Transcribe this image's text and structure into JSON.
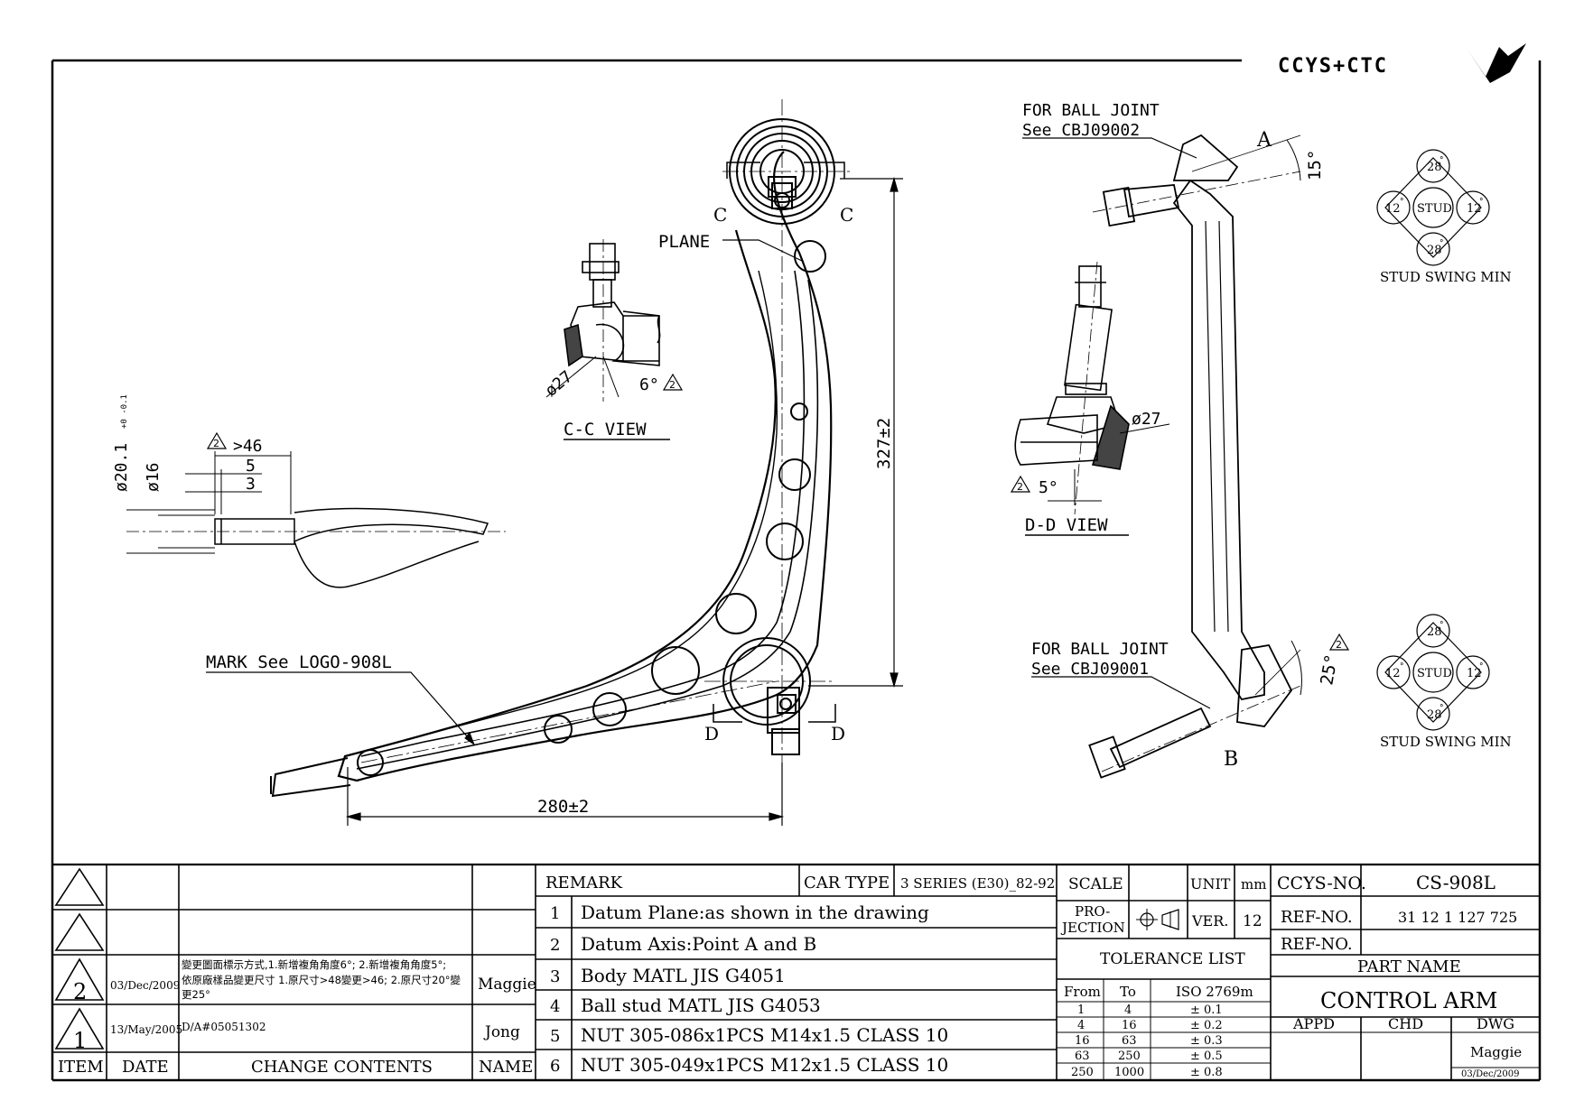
{
  "brand": {
    "text": "CCYS+CTC"
  },
  "views": {
    "cc_title": "C-C VIEW",
    "dd_title": "D-D VIEW",
    "section_c": "C",
    "section_d": "D",
    "plane_label": "PLANE",
    "point_a": "A",
    "point_b": "B",
    "mark_note": "MARK See LOGO-908L"
  },
  "dimensions": {
    "width": "280±2",
    "height": "327±2",
    "dia_27": "ø27",
    "angle_6": "6°",
    "angle_5": "5°",
    "angle_15": "15°",
    "angle_25": "25°",
    "dia_20": "ø20.1",
    "dia_20_tol": "+0 -0.1",
    "dia_16": "ø16",
    "len_46": ">46",
    "len_5": "5",
    "len_3": "3",
    "rev_2": "2"
  },
  "ball_joints": [
    {
      "line1": "FOR BALL JOINT",
      "line2": "See CBJ09002"
    },
    {
      "line1": "FOR BALL JOINT",
      "line2": "See CBJ09001"
    }
  ],
  "stud_swing": [
    {
      "top": "28",
      "left": "12",
      "center": "STUD",
      "right": "12",
      "bottom": "28",
      "unit": "°",
      "caption": "STUD SWING MIN"
    },
    {
      "top": "28",
      "left": "12",
      "center": "STUD",
      "right": "12",
      "bottom": "28",
      "unit": "°",
      "caption": "STUD SWING MIN"
    }
  ],
  "revisions": {
    "headers": {
      "item": "ITEM",
      "date": "DATE",
      "contents": "CHANGE CONTENTS",
      "name": "NAME"
    },
    "rows": [
      {
        "item": "",
        "date": "",
        "contents": "",
        "name": ""
      },
      {
        "item": "",
        "date": "",
        "contents": "",
        "name": ""
      },
      {
        "item": "2",
        "date": "03/Dec/2009",
        "contents_1": "變更圖面標示方式,1.新增複角角度6°; 2.新增複角角度5°;",
        "contents_2": "依原廠樣品變更尺寸 1.原尺寸>48變更>46; 2.原尺寸20°變",
        "contents_3": "更25°",
        "name": "Maggie"
      },
      {
        "item": "1",
        "date": "13/May/2005",
        "contents": "D/A#05051302",
        "name": "Jong"
      }
    ]
  },
  "remarks": {
    "title": "REMARK",
    "car_type_label": "CAR TYPE",
    "car_type": "3 SERIES (E30)_82-92",
    "items": [
      {
        "no": "1",
        "text": "Datum Plane:as shown in the drawing"
      },
      {
        "no": "2",
        "text": "Datum Axis:Point A and B"
      },
      {
        "no": "3",
        "text": "Body MATL JIS G4051"
      },
      {
        "no": "4",
        "text": "Ball stud MATL JIS G4053"
      },
      {
        "no": "5",
        "text": "NUT 305-086x1PCS M14x1.5 CLASS 10"
      },
      {
        "no": "6",
        "text": "NUT 305-049x1PCS M12x1.5 CLASS 10"
      }
    ]
  },
  "tolerance": {
    "scale_label": "SCALE",
    "unit_label": "UNIT",
    "unit": "mm",
    "projection_label_1": "PRO-",
    "projection_label_2": "JECTION",
    "ver_label": "VER.",
    "ver": "12",
    "title": "TOLERANCE LIST",
    "headers": {
      "from": "From",
      "to": "To",
      "iso": "ISO 2769m"
    },
    "rows": [
      {
        "from": "1",
        "to": "4",
        "tol": "± 0.1"
      },
      {
        "from": "4",
        "to": "16",
        "tol": "± 0.2"
      },
      {
        "from": "16",
        "to": "63",
        "tol": "± 0.3"
      },
      {
        "from": "63",
        "to": "250",
        "tol": "± 0.5"
      },
      {
        "from": "250",
        "to": "1000",
        "tol": "± 0.8"
      }
    ]
  },
  "title_block": {
    "ccys_label": "CCYS-NO.",
    "ccys_no": "CS-908L",
    "ref_label": "REF-NO.",
    "ref_no": "31 12 1 127 725",
    "ref_label_2": "REF-NO.",
    "part_name_label": "PART NAME",
    "part_name": "CONTROL ARM",
    "appd": "APPD",
    "chd": "CHD",
    "dwg": "DWG",
    "drawn_by": "Maggie",
    "drawn_date": "03/Dec/2009"
  }
}
